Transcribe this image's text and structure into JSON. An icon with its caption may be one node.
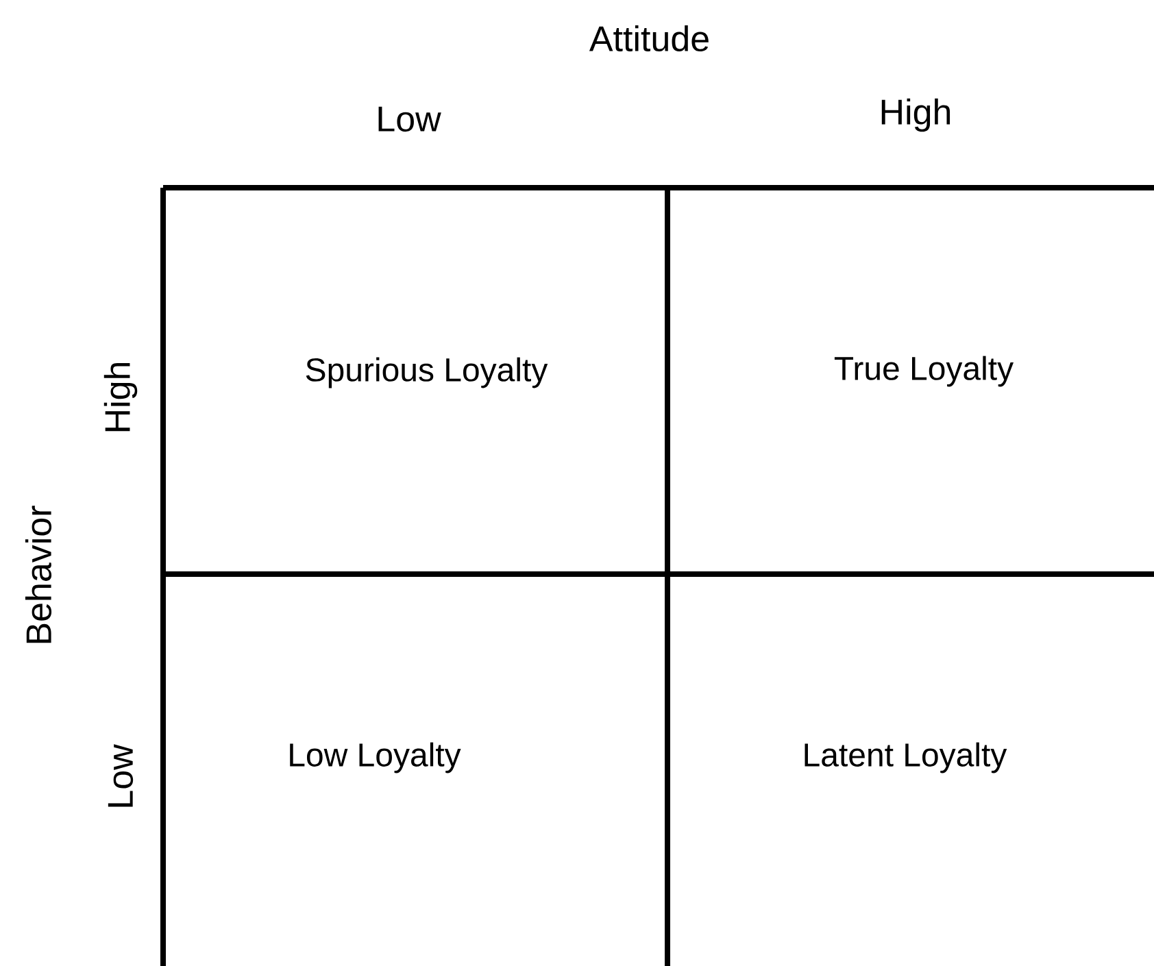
{
  "diagram": {
    "nodes": [
      {
        "text": [
          "Spurious Loyalty"
        ]
      },
      {
        "text": [
          "True Loyalty"
        ]
      },
      {
        "text": [
          "Low Loyalty"
        ]
      },
      {
        "text": [
          "Latent Loyalty"
        ]
      }
    ],
    "labels": [
      "Attitude",
      "Low",
      "High",
      "Behavior",
      "High",
      "Low"
    ]
  }
}
